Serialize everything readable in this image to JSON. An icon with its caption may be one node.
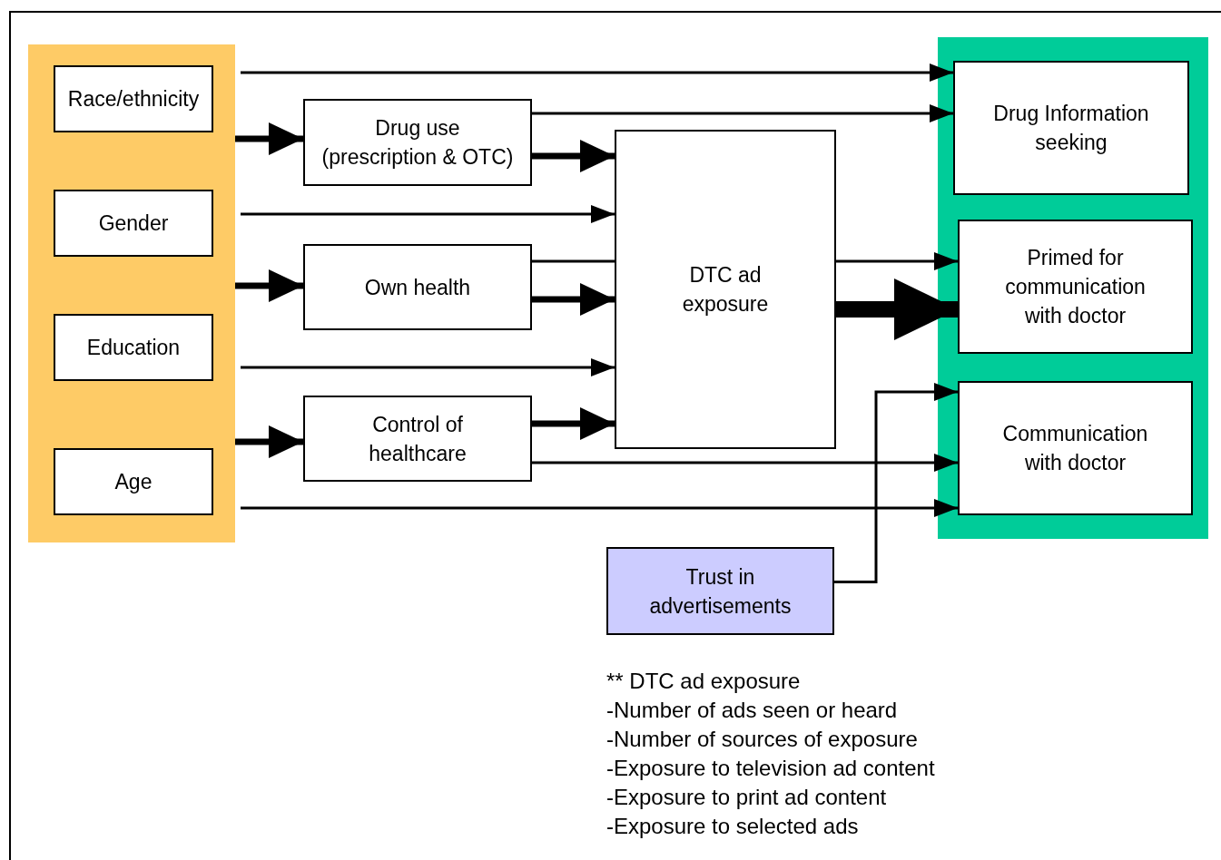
{
  "diagram": {
    "nodes": [
      {
        "text": [],
        "shape": "box"
      },
      {
        "text": [
          "Race/ethnicity"
        ],
        "in": 0
      },
      {
        "text": [
          "Gender"
        ],
        "in": 0
      },
      {
        "text": [
          "Education"
        ],
        "in": 0
      },
      {
        "text": [
          "Age"
        ],
        "in": 0
      },
      {
        "text": [
          "Drug use (prescription & OTC)"
        ]
      },
      {
        "text": [
          "Own health"
        ]
      },
      {
        "text": [
          "Control of healthcare"
        ]
      },
      {
        "text": [
          "DTC ad exposure"
        ]
      },
      {
        "text": [],
        "shape": "box"
      },
      {
        "text": [
          "Drug Information seeking"
        ],
        "in": 9
      },
      {
        "text": [
          "Primed for communication with doctor"
        ],
        "in": 9
      },
      {
        "text": [
          "Communication with doctor"
        ],
        "in": 9
      },
      {
        "text": [
          "Trust in advertisements"
        ]
      }
    ],
    "edges": [
      {
        "from": 0,
        "to": 10,
        "arrow": "to"
      },
      {
        "from": 0,
        "to": 5,
        "arrow": "to",
        "style": "thick"
      },
      {
        "from": 5,
        "to": 10,
        "arrow": "to"
      },
      {
        "from": 5,
        "to": 8,
        "arrow": "to",
        "style": "thick"
      },
      {
        "from": 0,
        "to": 8,
        "arrow": "to"
      },
      {
        "from": 0,
        "to": 6,
        "arrow": "to",
        "style": "thick"
      },
      {
        "from": 6,
        "to": 8,
        "arrow": "none"
      },
      {
        "from": 8,
        "to": 11,
        "arrow": "to"
      },
      {
        "from": 6,
        "to": 8,
        "arrow": "to",
        "style": "thick"
      },
      {
        "from": 0,
        "to": 8,
        "arrow": "to"
      },
      {
        "from": 0,
        "to": 7,
        "arrow": "to",
        "style": "thick"
      },
      {
        "from": 7,
        "to": 8,
        "arrow": "to",
        "style": "thick"
      },
      {
        "from": 7,
        "to": 12,
        "arrow": "to"
      },
      {
        "from": 0,
        "to": 12,
        "arrow": "to"
      },
      {
        "from": 8,
        "to": 11,
        "arrow": "to",
        "style": "thick"
      },
      {
        "from": 13,
        "to": 12,
        "arrow": "to"
      }
    ],
    "labels": [
      "** DTC ad exposure",
      "-Number of ads seen or heard",
      "-Number of sources of exposure",
      "-Exposure to television ad content",
      "-Exposure to print ad content",
      "-Exposure to selected ads"
    ]
  }
}
